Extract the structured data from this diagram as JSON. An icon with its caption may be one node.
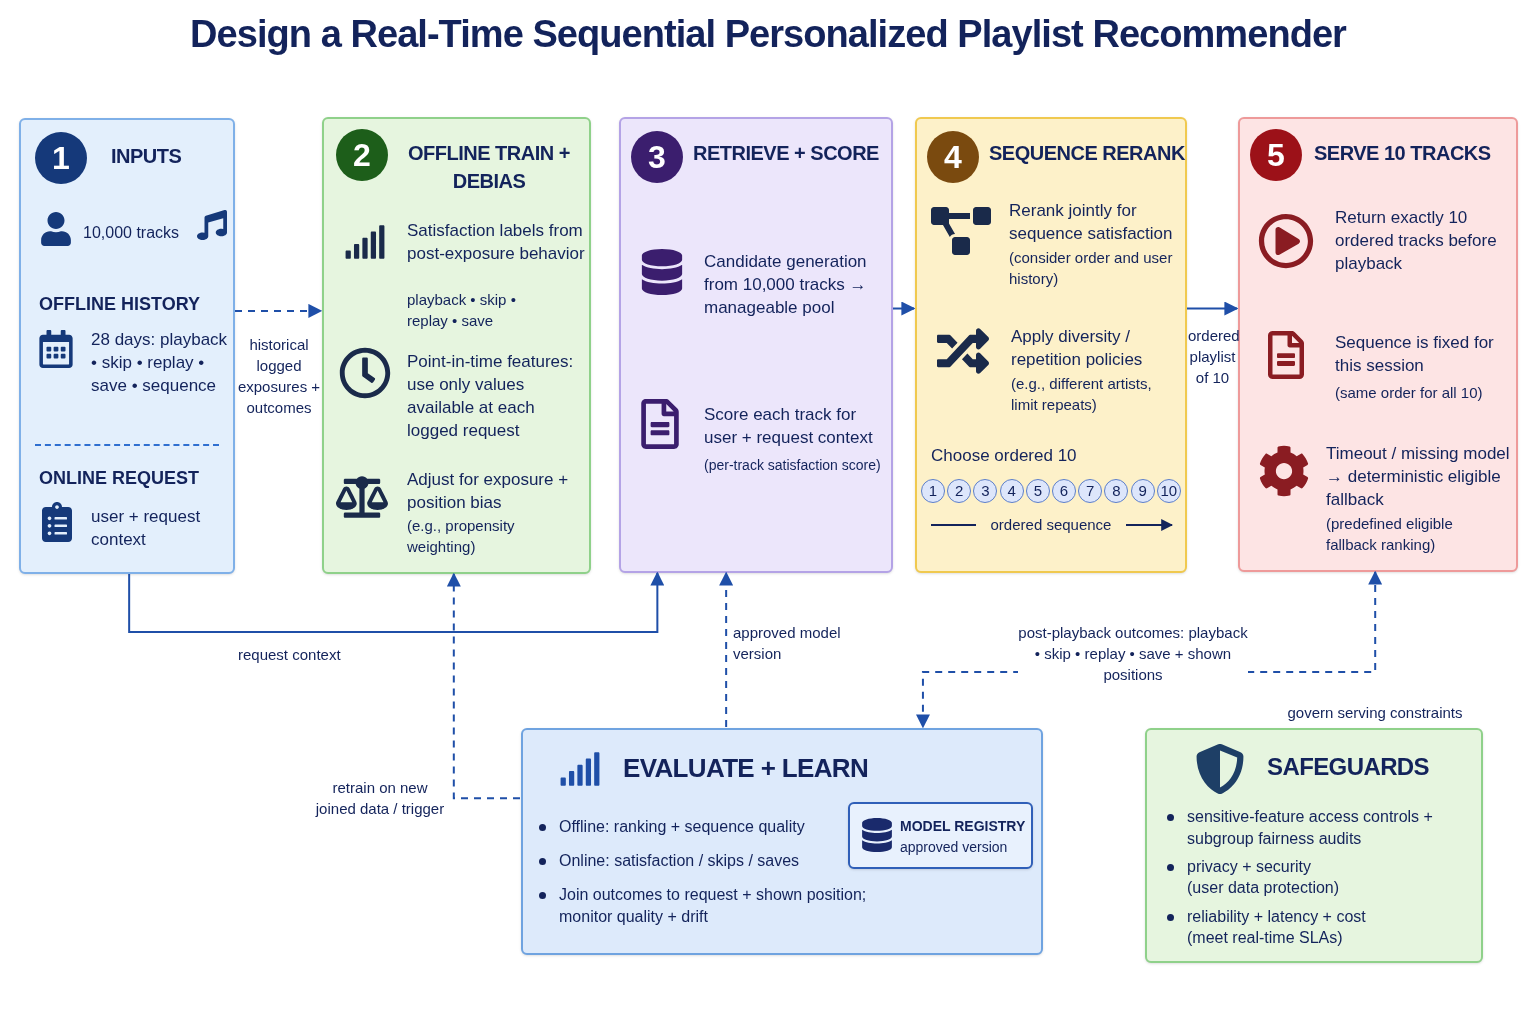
{
  "diagram": {
    "title": "Design a Real-Time Sequential Personalized Playlist Recommender",
    "nodes": [
      {
        "text": [
          "INPUTS",
          "10,000 tracks",
          "OFFLINE HISTORY",
          "28 days: playback • skip • replay • save • sequence",
          "ONLINE REQUEST",
          "user + request context"
        ]
      },
      {
        "text": [
          "OFFLINE TRAIN + DEBIAS",
          "Satisfaction labels from post-exposure behavior",
          "playback • skip • replay • save",
          "Point-in-time features: use only values available at each logged request",
          "Adjust for exposure + position bias",
          "(e.g., propensity weighting)"
        ]
      },
      {
        "text": [
          "RETRIEVE + SCORE",
          "Candidate generation from 10,000 tracks → manageable pool",
          "Score each track for user + request context",
          "(per-track satisfaction score)"
        ]
      },
      {
        "text": [
          "SEQUENCE RERANK",
          "Rerank jointly for sequence satisfaction",
          "(consider order and user history)",
          "Apply diversity / repetition policies",
          "(e.g., different artists, limit repeats)",
          "Choose ordered 10"
        ]
      },
      {
        "text": [
          "SERVE 10 TRACKS",
          "Return exactly 10 ordered tracks before playback",
          "Sequence is fixed for this session",
          "(same order for all 10)",
          "Timeout / missing model → deterministic eligible fallback",
          "(predefined eligible fallback ranking)"
        ]
      },
      {
        "text": [
          "EVALUATE + LEARN",
          "Offline: ranking + sequence quality",
          "Online: satisfaction / skips / saves",
          "Join outcomes to request + shown position; monitor quality + drift"
        ]
      },
      {
        "text": [
          "MODEL REGISTRY",
          "approved version"
        ],
        "in": 5
      },
      {
        "text": [
          "SAFEGUARDS",
          "sensitive-feature access controls + subgroup fairness audits",
          "privacy + security",
          "(user data protection)",
          "reliability + latency + cost",
          "(meet real-time SLAs)"
        ],
        "beside": [
          "govern serving constraints"
        ]
      },
      {
        "text": [
          "1"
        ],
        "in": 0
      },
      {
        "text": [
          "2"
        ],
        "in": 1
      },
      {
        "text": [
          "3"
        ],
        "in": 2
      },
      {
        "text": [
          "4"
        ],
        "in": 3
      },
      {
        "text": [
          "5"
        ],
        "in": 4
      },
      {
        "text": [
          "1"
        ],
        "in": 3
      },
      {
        "text": [
          "2"
        ],
        "in": 3
      },
      {
        "text": [
          "3"
        ],
        "in": 3
      },
      {
        "text": [
          "4"
        ],
        "in": 3
      },
      {
        "text": [
          "5"
        ],
        "in": 3
      },
      {
        "text": [
          "6"
        ],
        "in": 3
      },
      {
        "text": [
          "7"
        ],
        "in": 3
      },
      {
        "text": [
          "8"
        ],
        "in": 3
      },
      {
        "text": [
          "9"
        ],
        "in": 3
      },
      {
        "text": [
          "10"
        ],
        "in": 3
      }
    ],
    "edges": [
      {
        "from": 0,
        "to": 1,
        "arrow": "to",
        "label": "historical logged exposures + outcomes",
        "style": "dashed"
      },
      {
        "from": 2,
        "to": 3,
        "arrow": "to"
      },
      {
        "from": 3,
        "to": 4,
        "arrow": "to",
        "label": "ordered playlist of 10"
      },
      {
        "from": 0,
        "to": 2,
        "arrow": "to",
        "label": "request context"
      },
      {
        "from": 5,
        "to": 1,
        "arrow": "to",
        "label": "retrain on new joined data / trigger",
        "style": "dashed"
      },
      {
        "from": 5,
        "to": 2,
        "arrow": "to",
        "label": "approved model version",
        "style": "dashed"
      },
      {
        "from": 4,
        "to": 5,
        "arrow": "both",
        "label": "post-playback outcomes: playback • skip • replay • save + shown positions",
        "style": "dashed"
      }
    ],
    "labels": [
      "ordered sequence"
    ]
  }
}
